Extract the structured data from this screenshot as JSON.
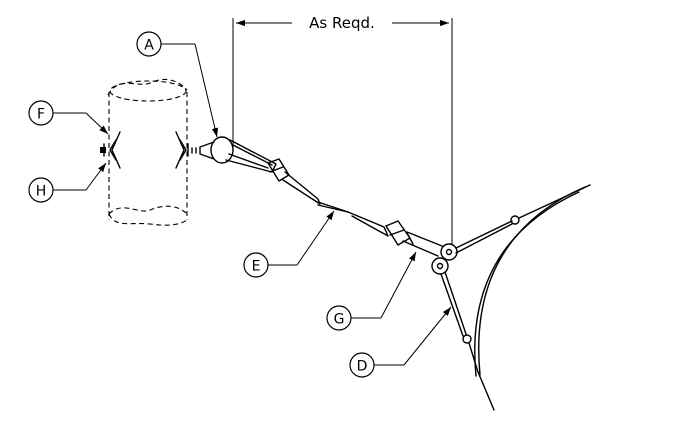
{
  "dimension": {
    "label": "As Reqd."
  },
  "callouts": [
    {
      "id": "A",
      "letter": "A"
    },
    {
      "id": "F",
      "letter": "F"
    },
    {
      "id": "H",
      "letter": "H"
    },
    {
      "id": "E",
      "letter": "E"
    },
    {
      "id": "G",
      "letter": "G"
    },
    {
      "id": "D",
      "letter": "D"
    }
  ]
}
